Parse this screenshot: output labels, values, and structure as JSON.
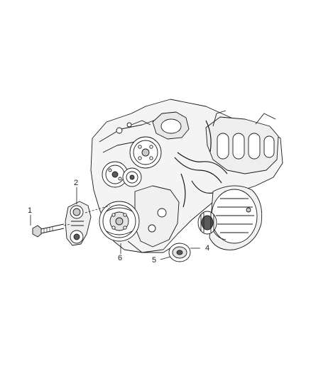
{
  "callouts": [
    {
      "id": "c1",
      "label": "1"
    },
    {
      "id": "c2",
      "label": "2"
    },
    {
      "id": "c4",
      "label": "4"
    },
    {
      "id": "c5",
      "label": "5"
    },
    {
      "id": "c6",
      "label": "6"
    }
  ],
  "colors": {
    "stroke": "#1a1a1a",
    "fill": "#ffffff",
    "shade": "#c9c9c9",
    "dark": "#5a5a5a"
  }
}
